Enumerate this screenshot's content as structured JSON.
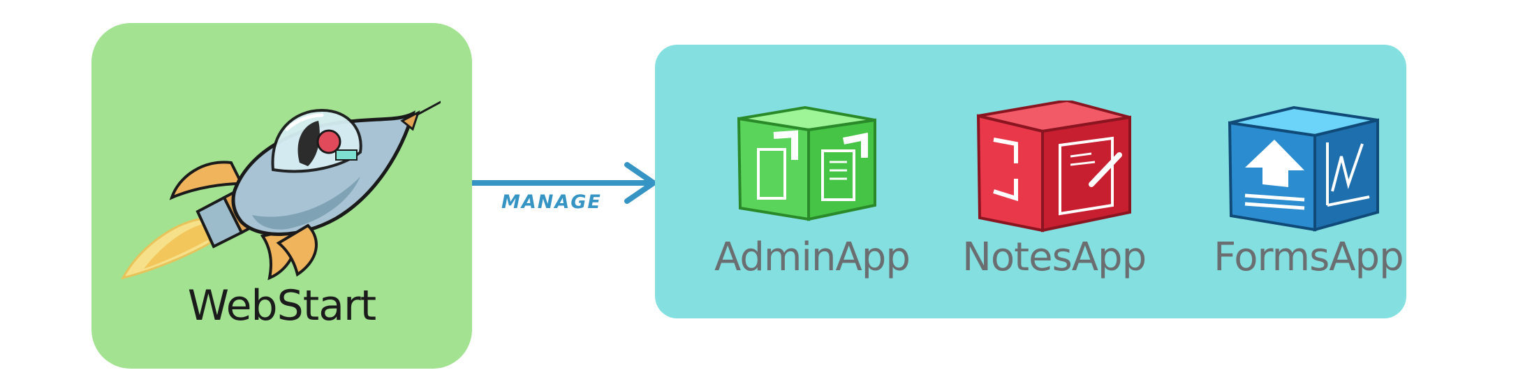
{
  "nodes": {
    "webstart": {
      "label": "WebStart",
      "icon": "rocket-icon",
      "color": "#a2e291"
    },
    "apps_group": {
      "color": "#84e0e0",
      "apps": [
        {
          "label": "AdminApp",
          "icon": "admin-cube-icon",
          "color": "#4cc94c"
        },
        {
          "label": "NotesApp",
          "icon": "notes-cube-icon",
          "color": "#d9283a"
        },
        {
          "label": "FormsApp",
          "icon": "forms-cube-icon",
          "color": "#2480c0"
        }
      ]
    }
  },
  "edges": [
    {
      "from": "webstart",
      "to": "apps_group",
      "label": "MANAGE",
      "color": "#3594c4"
    }
  ]
}
